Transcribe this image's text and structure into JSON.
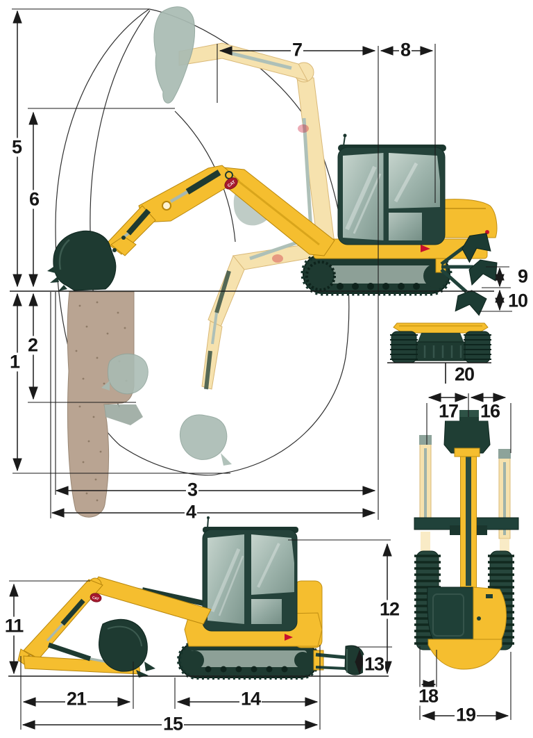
{
  "brand": {
    "cat": "CAT"
  },
  "dims": {
    "n1": "1",
    "n2": "2",
    "n3": "3",
    "n4": "4",
    "n5": "5",
    "n6": "6",
    "n7": "7",
    "n8": "8",
    "n9": "9",
    "n10": "10",
    "n11": "11",
    "n12": "12",
    "n13": "13",
    "n14": "14",
    "n15": "15",
    "n16": "16",
    "n17": "17",
    "n18": "18",
    "n19": "19",
    "n20": "20",
    "n21": "21"
  },
  "colors": {
    "cat_yellow": "#F5BE2F",
    "machine_dark_green": "#1E3A31",
    "glass_green": "#9FB5AD",
    "ghost_yellow": "#F6E2AE",
    "ghost_gray": "#A9BBB3",
    "soil_brown": "#B9A492",
    "logo_red": "#A6192E",
    "dimension_line": "#1A1A1A",
    "background": "#FFFFFF"
  }
}
